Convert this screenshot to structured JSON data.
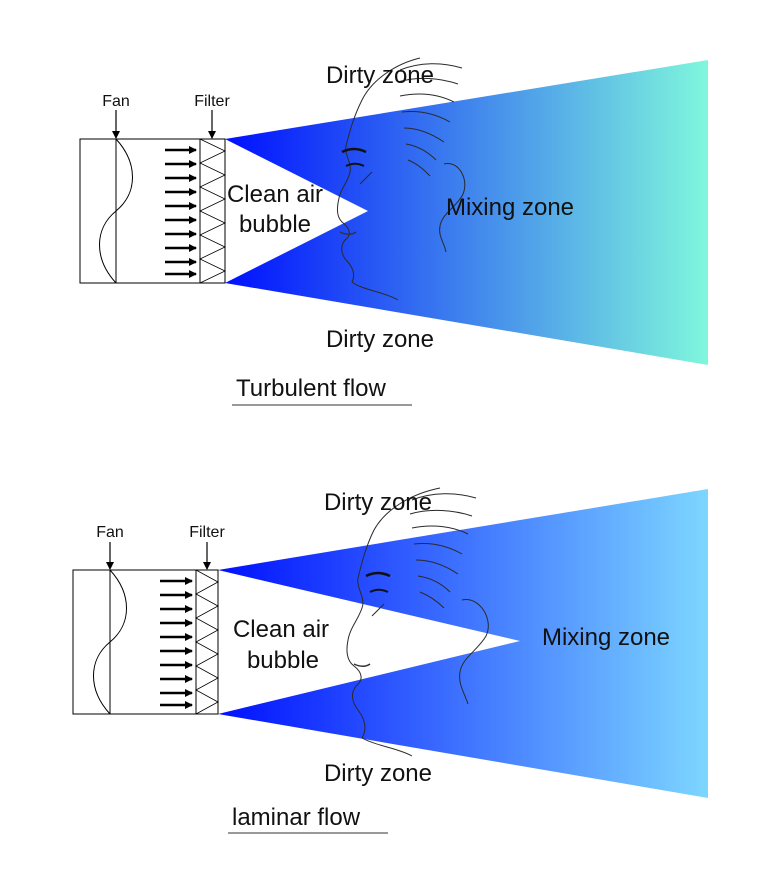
{
  "panels": [
    {
      "fan_label": "Fan",
      "filter_label": "Filter",
      "clean_air_line1": "Clean air",
      "clean_air_line2": "bubble",
      "mixing_label": "Mixing zone",
      "dirty_top_label": "Dirty zone",
      "dirty_bottom_label": "Dirty zone",
      "title": "Turbulent flow",
      "gradient_start": "#0010ff",
      "gradient_end": "#7ff7dc"
    },
    {
      "fan_label": "Fan",
      "filter_label": "Filter",
      "clean_air_line1": "Clean air",
      "clean_air_line2": "bubble",
      "mixing_label": "Mixing zone",
      "dirty_top_label": "Dirty zone",
      "dirty_bottom_label": "Dirty zone",
      "title": "laminar flow",
      "gradient_start": "#0010ff",
      "gradient_end": "#7dd6ff"
    }
  ]
}
